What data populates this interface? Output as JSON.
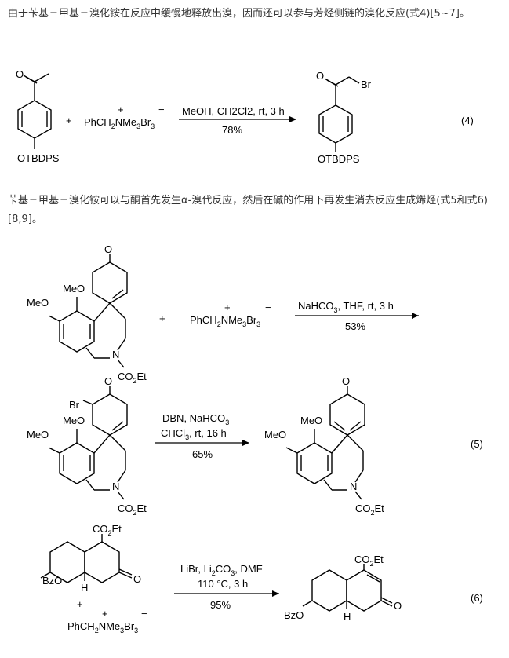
{
  "paragraphs": {
    "p1": "由于苄基三甲基三溴化铵在反应中缓慢地释放出溴，因而还可以参与芳烃侧链的溴化反应(式4)[5~7]。",
    "p2": "苄基三甲基三溴化铵可以与酮首先发生α-溴代反应，然后在碱的作用下再发生消去反应生成烯烃(式5和式6)[8,9]。"
  },
  "reagent": {
    "prefix": "PhCH",
    "sub2": "2",
    "mid": "NMe",
    "sub3": "3",
    "br": "Br",
    "plus_charge": "+",
    "minus_charge": "−"
  },
  "eq4": {
    "substituent_left": "OTBDPS",
    "substituent_right": "OTBDPS",
    "o_label": "O",
    "br_label": "Br",
    "plus": "+",
    "cond_top": "MeOH, CH2Cl2, rt, 3 h",
    "cond_bottom": "78%",
    "number": "(4)"
  },
  "eq5": {
    "o_label": "O",
    "meo": "MeO",
    "br_label": "Br",
    "n_label": "N",
    "co2et": "CO2Et",
    "plus": "+",
    "cond1_top": "NaHCO3, THF, rt, 3 h",
    "cond1_bottom": "53%",
    "cond2_line1": "DBN, NaHCO3",
    "cond2_line2": "CHCl3, rt, 16 h",
    "cond2_bottom": "65%",
    "number": "(5)"
  },
  "eq6": {
    "co2et": "CO2Et",
    "bzo": "BzO",
    "h_label": "H",
    "o_label": "O",
    "plus": "+",
    "cond_top": "LiBr, Li2CO3, DMF",
    "cond_mid": "110 °C, 3 h",
    "cond_bottom": "95%",
    "number": "(6)"
  }
}
